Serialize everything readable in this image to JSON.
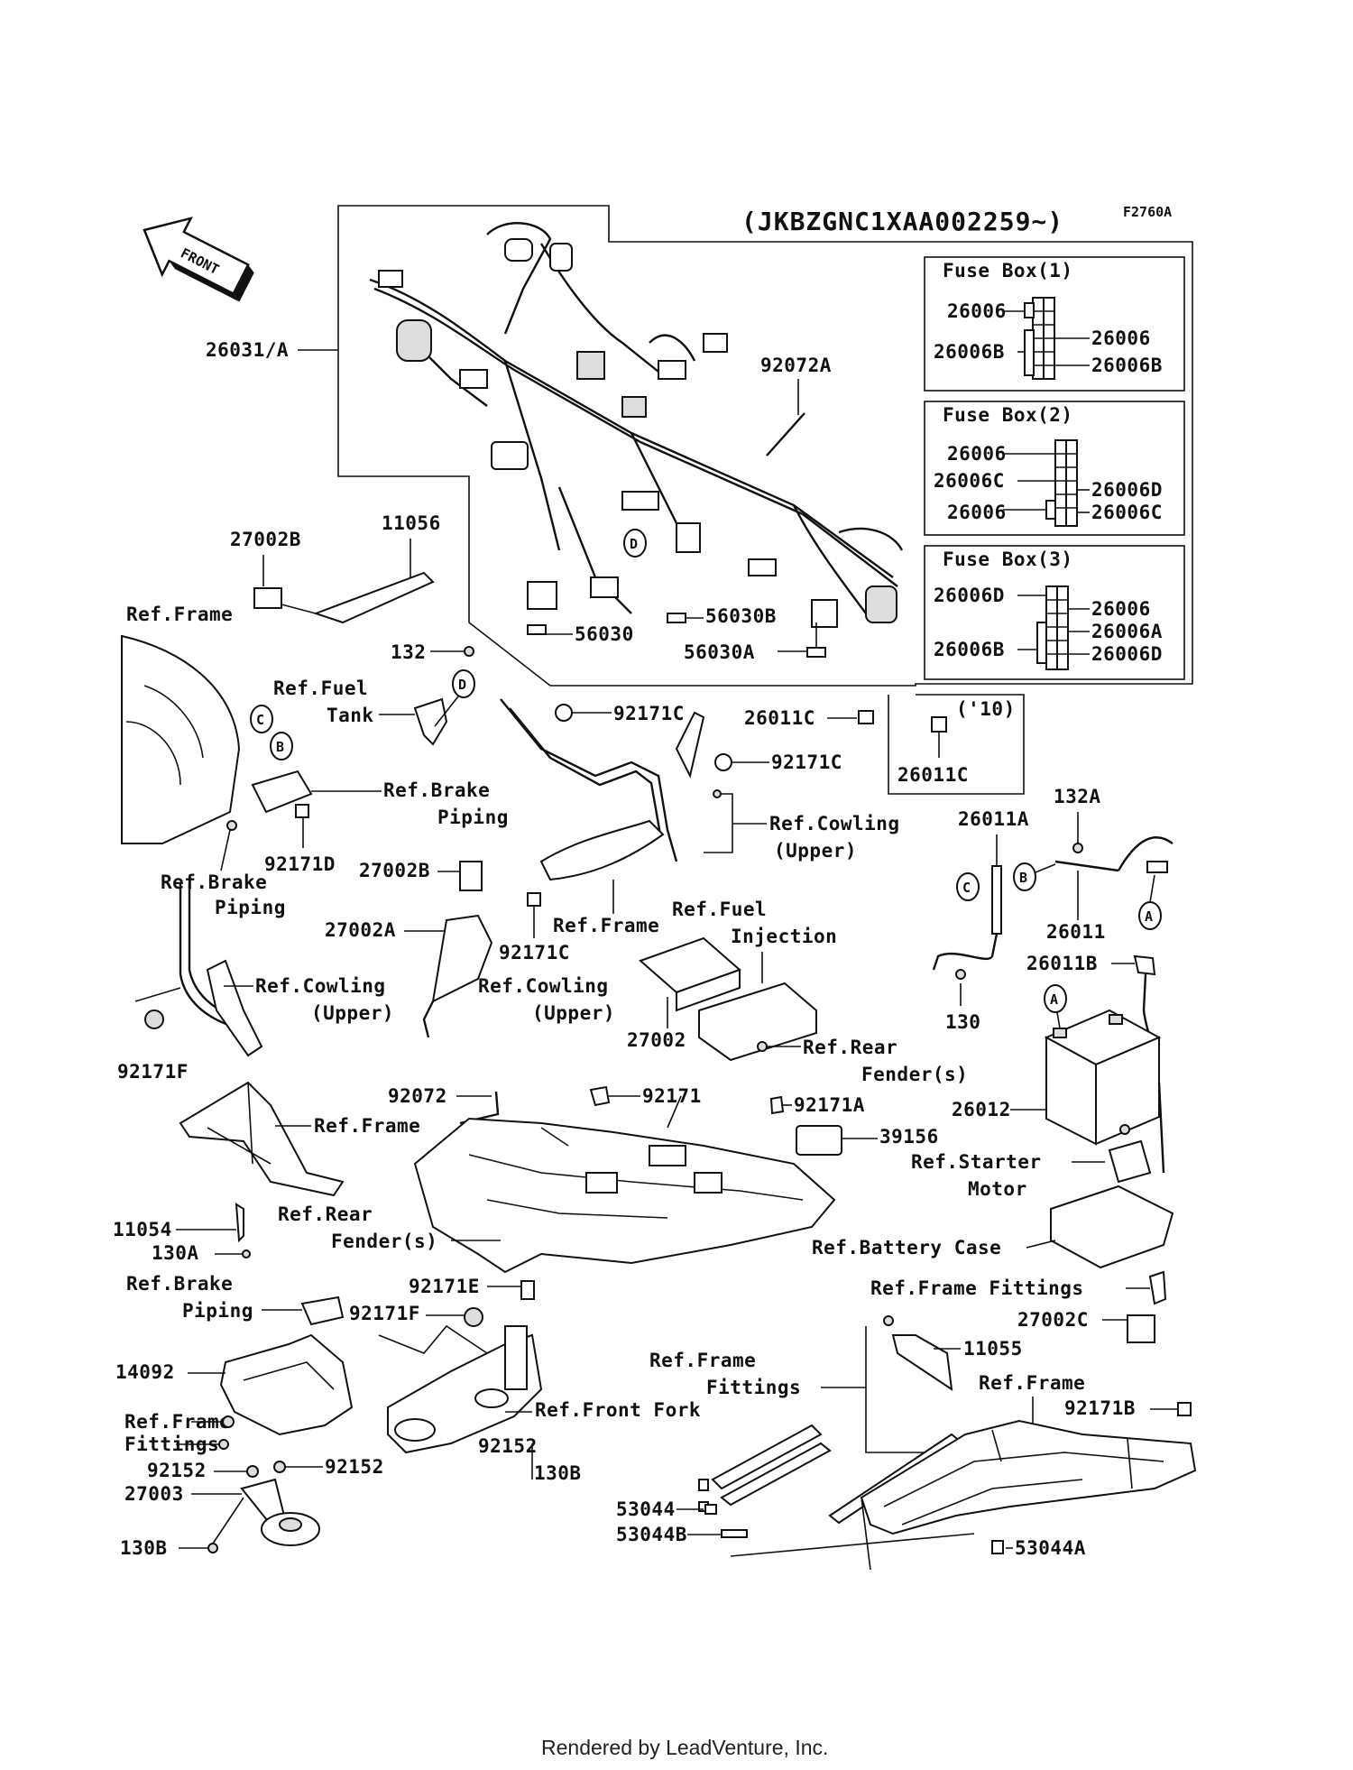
{
  "header": {
    "serial": "(JKBZGNC1XAA002259~)",
    "figure_code": "F2760A",
    "front_arrow": "FRONT"
  },
  "fuse_boxes": [
    {
      "title": "Fuse Box(1)",
      "left": [
        "26006",
        "26006B"
      ],
      "right": [
        "26006",
        "26006B"
      ]
    },
    {
      "title": "Fuse Box(2)",
      "left": [
        "26006",
        "26006C",
        "26006"
      ],
      "right": [
        "26006D",
        "26006C"
      ]
    },
    {
      "title": "Fuse Box(3)",
      "left": [
        "26006D",
        "26006B"
      ],
      "right": [
        "26006",
        "26006A",
        "26006D"
      ]
    }
  ],
  "circle_markers": [
    "D",
    "C",
    "B",
    "D",
    "C",
    "B",
    "A",
    "A"
  ],
  "year_note": "('10)",
  "labels": [
    "26031/A",
    "92072A",
    "27002B",
    "11056",
    "Ref.Frame",
    "56030",
    "56030B",
    "56030A",
    "132",
    "Ref.Fuel",
    "Tank",
    "Ref.Brake",
    "Piping",
    "92171C",
    "92171C",
    "26011C",
    "26011C",
    "Ref.Cowling",
    "(Upper)",
    "92171D",
    "Ref.Brake",
    "Piping",
    "27002B",
    "27002A",
    "92171C",
    "Ref.Frame",
    "Ref.Fuel",
    "Injection",
    "26011A",
    "132A",
    "26011",
    "Ref.Cowling",
    "(Upper)",
    "Ref.Cowling",
    "(Upper)",
    "27002",
    "130",
    "26011B",
    "92171F",
    "Ref.Rear",
    "Fender(s)",
    "92072",
    "92171",
    "92171A",
    "39156",
    "26012",
    "Ref.Frame",
    "Ref.Starter",
    "Motor",
    "11054",
    "130A",
    "Ref.Rear",
    "Fender(s)",
    "Ref.Battery Case",
    "Ref.Brake",
    "Piping",
    "92171E",
    "92171F",
    "Ref.Frame Fittings",
    "27002C",
    "11055",
    "14092",
    "Ref.Frame",
    "Fittings",
    "Ref.Frame",
    "Ref.Front Fork",
    "92171B",
    "92152",
    "130B",
    "Ref.Frame",
    "Fittings",
    "92152",
    "92152",
    "27003",
    "53044",
    "53044B",
    "130B",
    "53044A"
  ],
  "footer": "Rendered by LeadVenture, Inc."
}
